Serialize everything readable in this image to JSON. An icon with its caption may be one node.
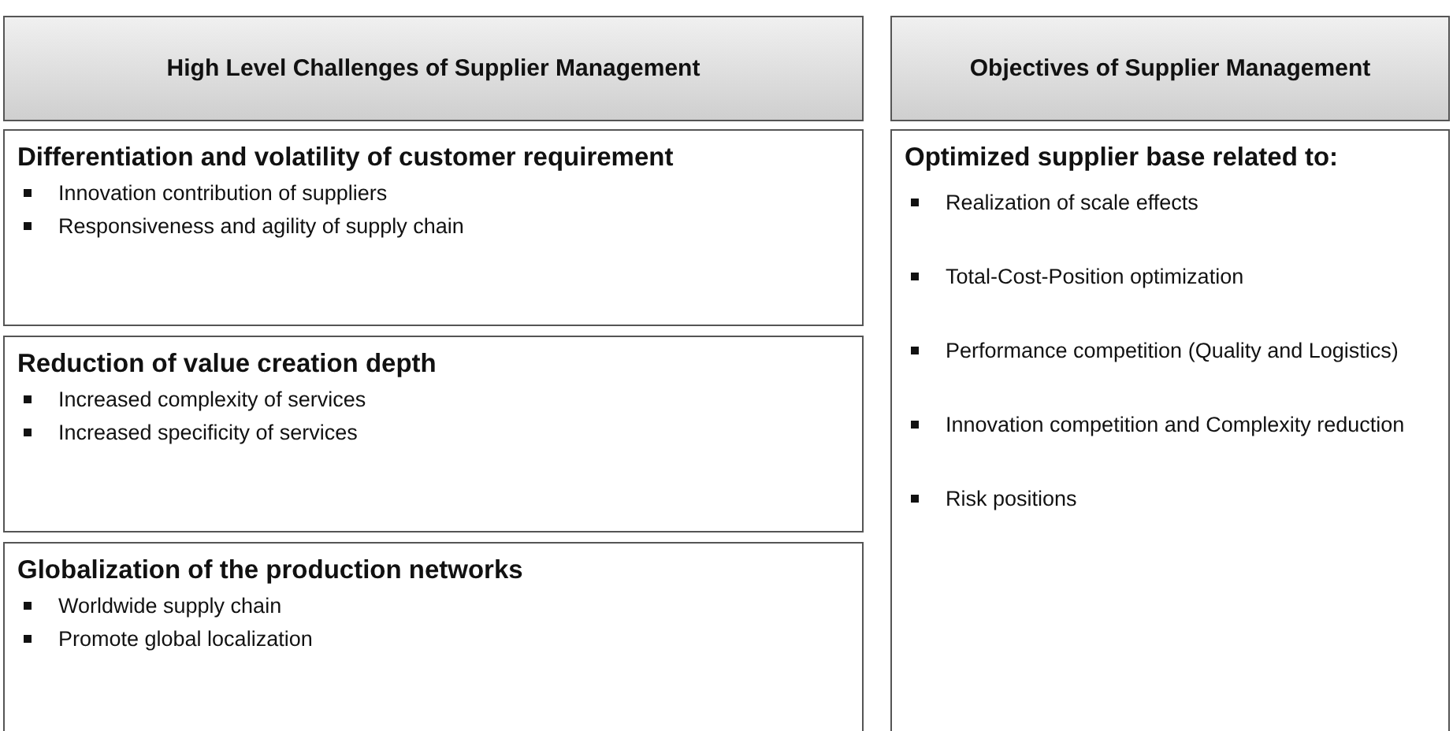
{
  "diagram": {
    "nodes": [
      {
        "text": [
          "High Level Challenges of Supplier Management"
        ]
      },
      {
        "text": [
          "Objectives of Supplier Management"
        ]
      },
      {
        "text": [
          "Differentiation and volatility of customer requirement",
          "Innovation contribution of suppliers",
          "Responsiveness and agility of supply chain"
        ]
      },
      {
        "text": [
          "Reduction of value creation depth",
          "Increased complexity of services",
          "Increased specificity of services"
        ]
      },
      {
        "text": [
          "Globalization of the production networks",
          "Worldwide supply chain",
          "Promote global localization"
        ]
      },
      {
        "text": [
          "Optimized supplier base related to:",
          "Realization of scale effects",
          "Total-Cost-Position optimization",
          "Performance competition (Quality and Logistics)",
          "Innovation competition and Complexity reduction",
          "Risk positions"
        ]
      }
    ]
  }
}
